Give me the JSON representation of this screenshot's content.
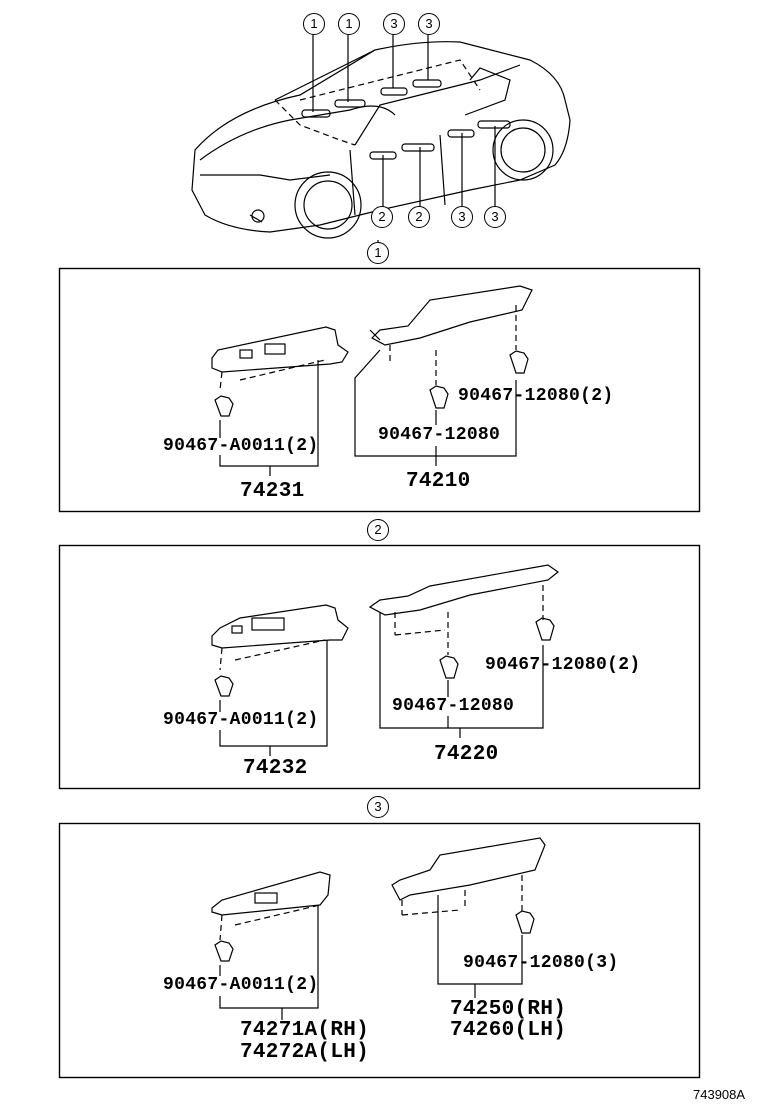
{
  "overview": {
    "callouts_top": [
      "1",
      "1",
      "3",
      "3"
    ],
    "callouts_bottom": [
      "2",
      "2",
      "3",
      "3"
    ]
  },
  "sections": [
    {
      "marker": "1",
      "switch_clip": "90467-A0011(2)",
      "switch_part": "74231",
      "trim_clip": "90467-12080",
      "trim_clip_multi": "90467-12080(2)",
      "trim_part": "74210"
    },
    {
      "marker": "2",
      "switch_clip": "90467-A0011(2)",
      "switch_part": "74232",
      "trim_clip": "90467-12080",
      "trim_clip_multi": "90467-12080(2)",
      "trim_part": "74220"
    },
    {
      "marker": "3",
      "switch_clip": "90467-A0011(2)",
      "switch_part_rh": "74271A(RH)",
      "switch_part_lh": "74272A(LH)",
      "trim_clip_multi": "90467-12080(3)",
      "trim_part_rh": "74250(RH)",
      "trim_part_lh": "74260(LH)"
    }
  ],
  "footer": {
    "diagram_id": "743908A"
  }
}
